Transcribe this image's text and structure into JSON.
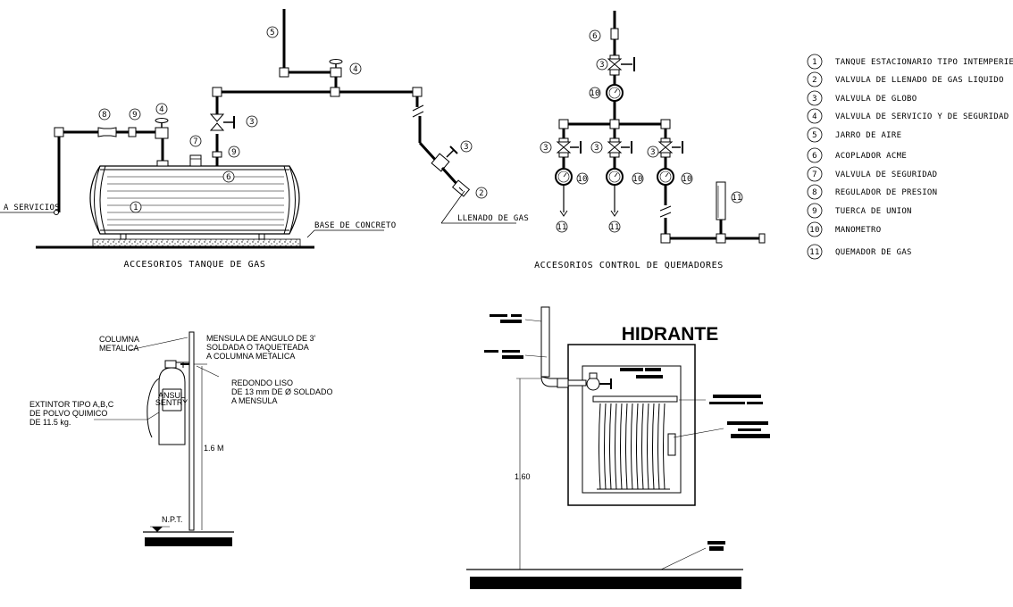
{
  "legend": [
    {
      "n": "1",
      "text": "TANQUE ESTACIONARIO TIPO INTEMPERIE"
    },
    {
      "n": "2",
      "text": "VALVULA DE LLENADO DE GAS LIQUIDO"
    },
    {
      "n": "3",
      "text": "VALVULA DE GLOBO"
    },
    {
      "n": "4",
      "text": "VALVULA DE SERVICIO Y DE SEGURIDAD"
    },
    {
      "n": "5",
      "text": "JARRO DE AIRE"
    },
    {
      "n": "6",
      "text": "ACOPLADOR ACME"
    },
    {
      "n": "7",
      "text": "VALVULA DE SEGURIDAD"
    },
    {
      "n": "8",
      "text": "REGULADOR DE PRESION"
    },
    {
      "n": "9",
      "text": "TUERCA DE UNION"
    },
    {
      "n": "10",
      "text": "MANOMETRO"
    },
    {
      "n": "11",
      "text": "QUEMADOR DE GAS"
    }
  ],
  "tank": {
    "title": "ACCESORIOS TANQUE DE GAS",
    "servicios": "A SERVICIOS",
    "base": "BASE DE CONCRETO",
    "llenado": "LLENADO DE GAS",
    "marks": {
      "m1": "1",
      "m2": "2",
      "m3a": "3",
      "m3b": "3",
      "m4a": "4",
      "m4b": "4",
      "m5": "5",
      "m6": "6",
      "m7": "7",
      "m8": "8",
      "m9a": "9",
      "m9b": "9"
    }
  },
  "burners": {
    "title": "ACCESORIOS CONTROL DE QUEMADORES",
    "marks": {
      "m6": "6",
      "m3top": "3",
      "m10top": "10",
      "m3a": "3",
      "m3b": "3",
      "m3c": "3",
      "m10a": "10",
      "m10b": "10",
      "m10c": "10",
      "m11a": "11",
      "m11b": "11",
      "m11c": "11"
    }
  },
  "extinguisher": {
    "columna": [
      "COLUMNA",
      "METALICA"
    ],
    "mensula": [
      "MENSULA DE ANGULO DE 3'",
      "SOLDADA O TAQUETEADA",
      "A COLUMNA METALICA"
    ],
    "redondo": [
      "REDONDO LISO",
      "DE 13 mm DE Ø SOLDADO",
      "A MENSULA"
    ],
    "extintor": [
      "EXTINTOR TIPO A,B,C",
      "DE POLVO QUIMICO",
      "DE 11.5 kg."
    ],
    "brand": [
      "ANSUL",
      "SENTRY"
    ],
    "height": "1.6 M",
    "npt": "N.P.T."
  },
  "hydrant": {
    "title": "HIDRANTE",
    "height": "1.60"
  }
}
